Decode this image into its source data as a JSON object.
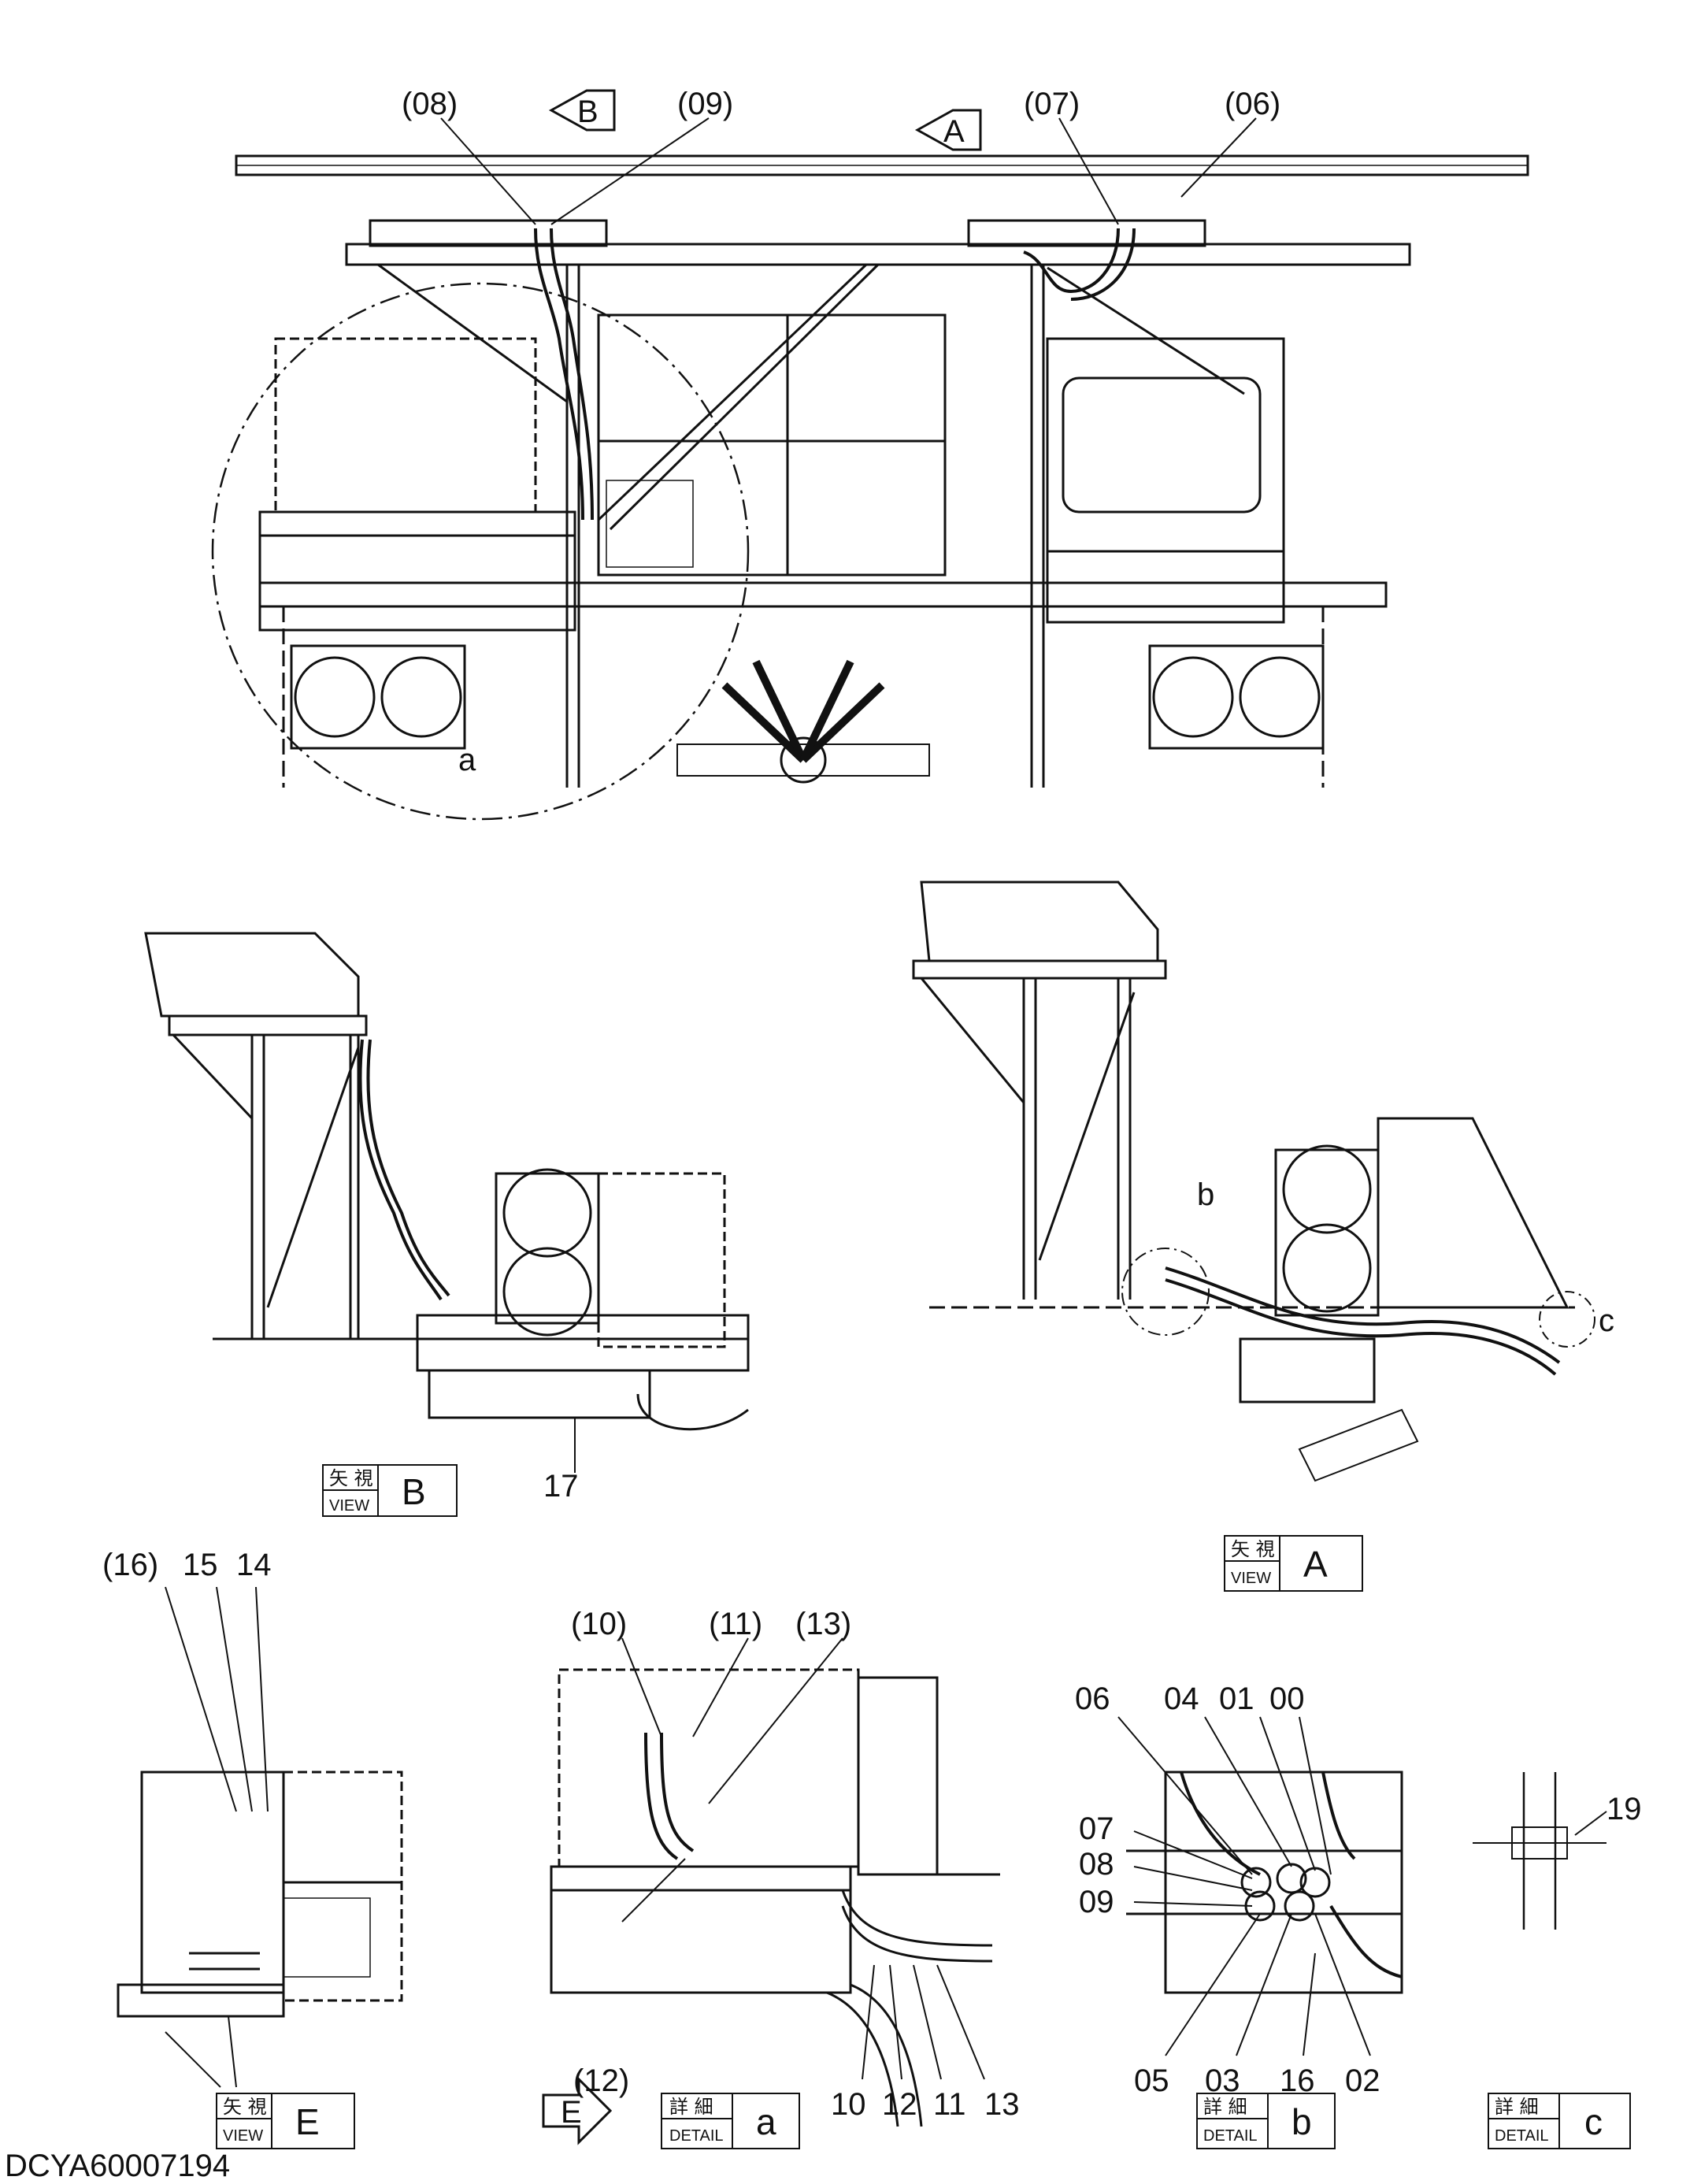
{
  "top_view": {
    "callouts": [
      "(08)",
      "(09)",
      "(07)",
      "(06)"
    ],
    "arrow_b": "B",
    "arrow_a": "A",
    "detail_ref_a": "a"
  },
  "view_b": {
    "callout_17": "17",
    "tag": {
      "jp": "矢 視",
      "en": "VIEW",
      "letter": "B"
    }
  },
  "view_a": {
    "detail_ref_b": "b",
    "detail_ref_c": "c",
    "tag": {
      "jp": "矢 視",
      "en": "VIEW",
      "letter": "A"
    }
  },
  "view_e": {
    "callouts": [
      "(16)",
      "15",
      "14"
    ],
    "tag": {
      "jp": "矢 視",
      "en": "VIEW",
      "letter": "E"
    }
  },
  "detail_a": {
    "callouts_top": [
      "(10)",
      "(11)",
      "(13)"
    ],
    "callout_12": "(12)",
    "callouts_bottom": [
      "10",
      "12",
      "11",
      "13"
    ],
    "arrow_e": "E",
    "tag": {
      "jp": "詳 細",
      "en": "DETAIL",
      "letter": "a"
    }
  },
  "detail_b": {
    "callouts_top": [
      "06",
      "04",
      "01",
      "00"
    ],
    "callouts_left": [
      "07",
      "08",
      "09"
    ],
    "callouts_bottom": [
      "05",
      "03",
      "16",
      "02"
    ],
    "tag": {
      "jp": "詳 細",
      "en": "DETAIL",
      "letter": "b"
    }
  },
  "detail_c": {
    "callout_19": "19",
    "tag": {
      "jp": "詳 細",
      "en": "DETAIL",
      "letter": "c"
    }
  },
  "doc_id": "DCYA60007194"
}
